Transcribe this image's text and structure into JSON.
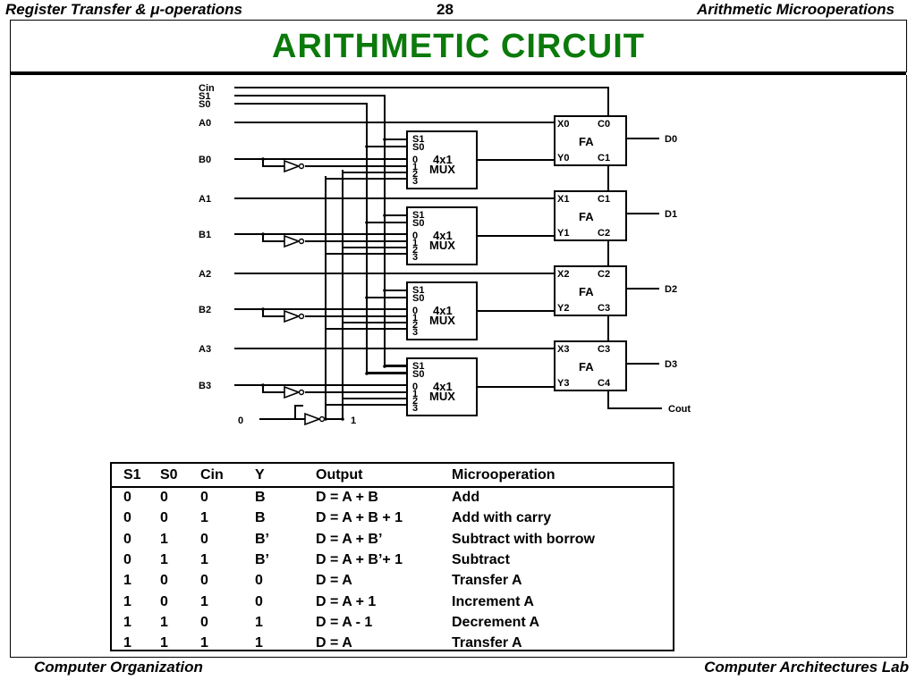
{
  "header": {
    "left": "Register Transfer & μ-operations",
    "center": "28",
    "right": "Arithmetic Microoperations"
  },
  "title": "ARITHMETIC  CIRCUIT",
  "diagram": {
    "inputs": {
      "cin": "Cin",
      "s1": "S1",
      "s0": "S0"
    },
    "stages": [
      {
        "a": "A0",
        "b": "B0",
        "x": "X0",
        "y": "Y0",
        "cin": "C0",
        "cout": "C1",
        "d": "D0"
      },
      {
        "a": "A1",
        "b": "B1",
        "x": "X1",
        "y": "Y1",
        "cin": "C1",
        "cout": "C2",
        "d": "D1"
      },
      {
        "a": "A2",
        "b": "B2",
        "x": "X2",
        "y": "Y2",
        "cin": "C2",
        "cout": "C3",
        "d": "D2"
      },
      {
        "a": "A3",
        "b": "B3",
        "x": "X3",
        "y": "Y3",
        "cin": "C3",
        "cout": "C4",
        "d": "D3"
      }
    ],
    "mux": {
      "s1": "S1",
      "s0": "S0",
      "in0": "0",
      "in1": "1",
      "in2": "2",
      "in3": "3",
      "name": "4x1",
      "label": "MUX"
    },
    "fa_label": "FA",
    "const_zero": "0",
    "const_one": "1",
    "cout": "Cout"
  },
  "table": {
    "headers": [
      "S1",
      "S0",
      "Cin",
      "Y",
      "Output",
      "Microoperation"
    ],
    "rows": [
      [
        "0",
        "0",
        "0",
        "B",
        "D = A + B",
        "Add"
      ],
      [
        "0",
        "0",
        "1",
        "B",
        "D = A + B + 1",
        "Add with carry"
      ],
      [
        "0",
        "1",
        "0",
        "B’",
        "D = A + B’",
        "Subtract with borrow"
      ],
      [
        "0",
        "1",
        "1",
        "B’",
        "D = A + B’+ 1",
        "Subtract"
      ],
      [
        "1",
        "0",
        "0",
        "0",
        "D = A",
        "Transfer A"
      ],
      [
        "1",
        "0",
        "1",
        "0",
        "D = A + 1",
        "Increment A"
      ],
      [
        "1",
        "1",
        "0",
        "1",
        "D = A - 1",
        "Decrement A"
      ],
      [
        "1",
        "1",
        "1",
        "1",
        "D = A",
        "Transfer A"
      ]
    ]
  },
  "footer": {
    "left": "Computer Organization",
    "right": "Computer Architectures Lab"
  }
}
